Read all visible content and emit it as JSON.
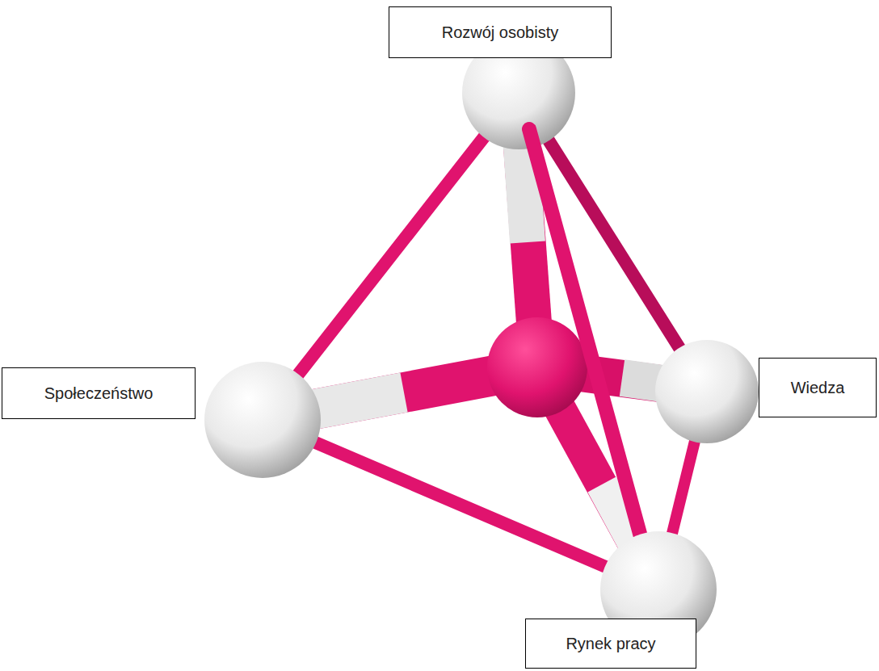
{
  "diagram": {
    "nodes": [
      {
        "text": [
          "Rozwój osobisty"
        ]
      },
      {
        "text": [
          "Wiedza"
        ]
      },
      {
        "text": [
          "Społeczeństwo"
        ]
      },
      {
        "text": [
          "Rynek pracy"
        ]
      }
    ]
  }
}
